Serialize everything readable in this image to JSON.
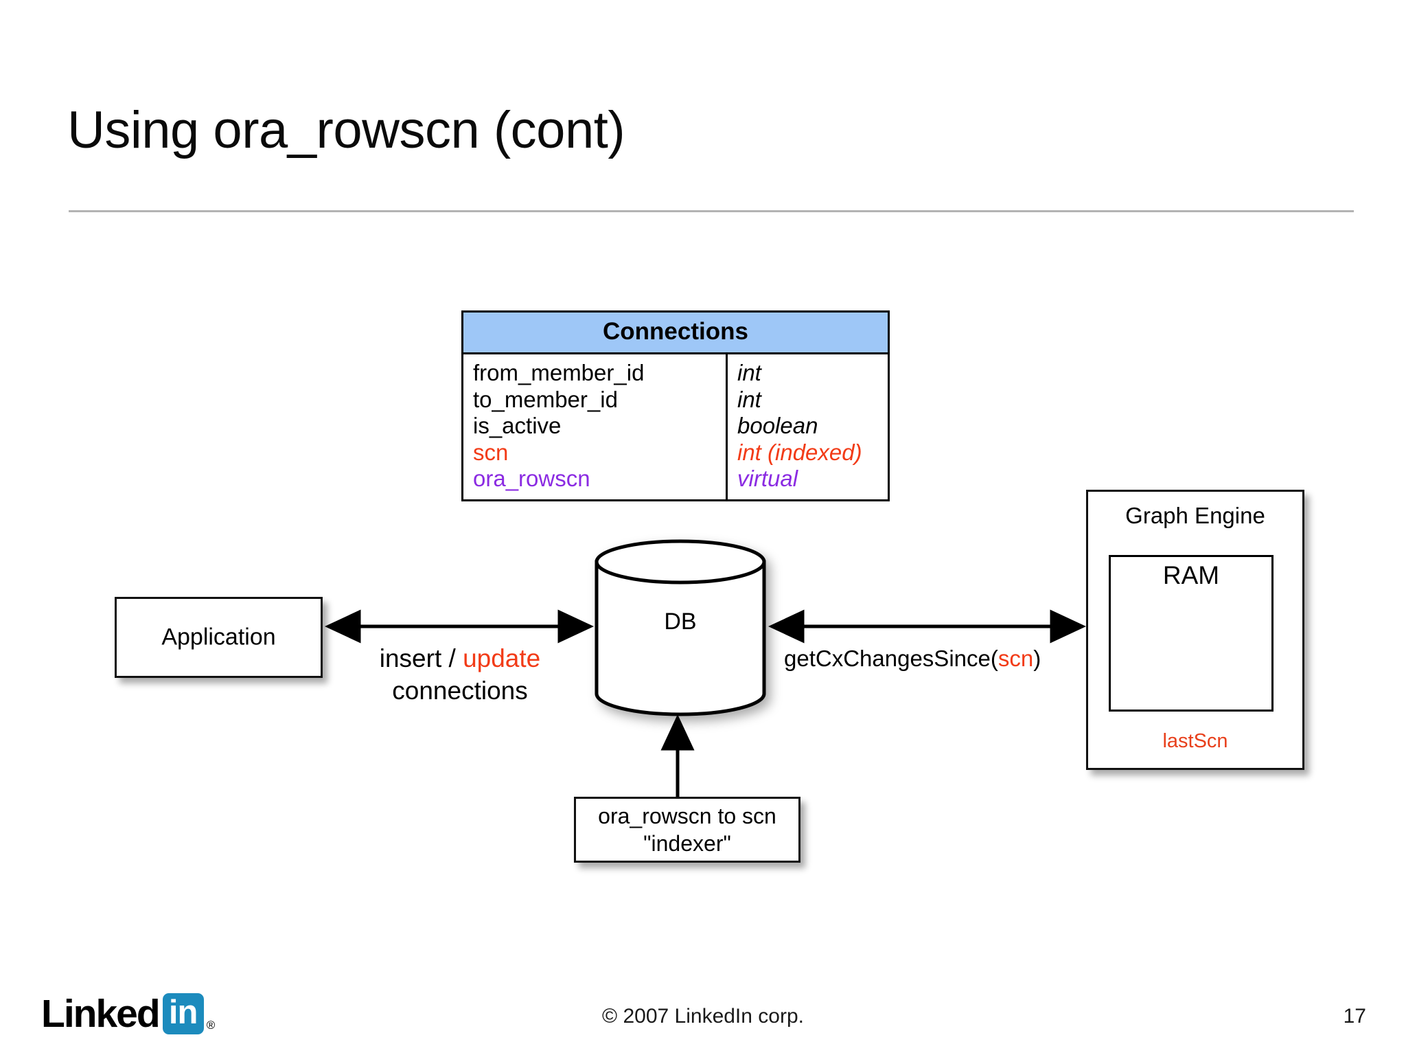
{
  "slide": {
    "title": "Using ora_rowscn (cont)",
    "page_number": "17",
    "copyright": "© 2007 LinkedIn corp."
  },
  "connections_table": {
    "header": "Connections",
    "columns": [
      "field",
      "type"
    ],
    "rows": [
      {
        "field": "from_member_id",
        "type": "int",
        "color": "#000000"
      },
      {
        "field": "to_member_id",
        "type": "int",
        "color": "#000000"
      },
      {
        "field": "is_active",
        "type": "boolean",
        "color": "#000000"
      },
      {
        "field": "scn",
        "type": "int (indexed)",
        "color": "#f23b17"
      },
      {
        "field": "ora_rowscn",
        "type": "virtual",
        "color": "#8b2be2"
      }
    ]
  },
  "diagram": {
    "application_box": {
      "label": "Application"
    },
    "db_cylinder": {
      "label": "DB"
    },
    "indexer_box": {
      "line1": "ora_rowscn to scn",
      "line2": "\"indexer\""
    },
    "graph_engine": {
      "label": "Graph Engine",
      "ram_label": "RAM",
      "lastscn_label": "lastScn"
    },
    "app_db_arrow_label": {
      "part1": "insert / ",
      "part2_red": "update",
      "line2": "connections"
    },
    "db_engine_arrow_label": {
      "part1": "getCxChangesSince(",
      "part2_red": "scn",
      "part3": ")"
    }
  },
  "footer": {
    "brand_word": "Linked",
    "brand_badge": "in",
    "brand_reg": "®"
  },
  "colors": {
    "table_header_blue": "#9ec7f7",
    "accent_red": "#f23b17",
    "accent_purple": "#8b2be2",
    "linkedin_blue": "#1c8bbd",
    "rule_gray": "#b3b3b3"
  }
}
